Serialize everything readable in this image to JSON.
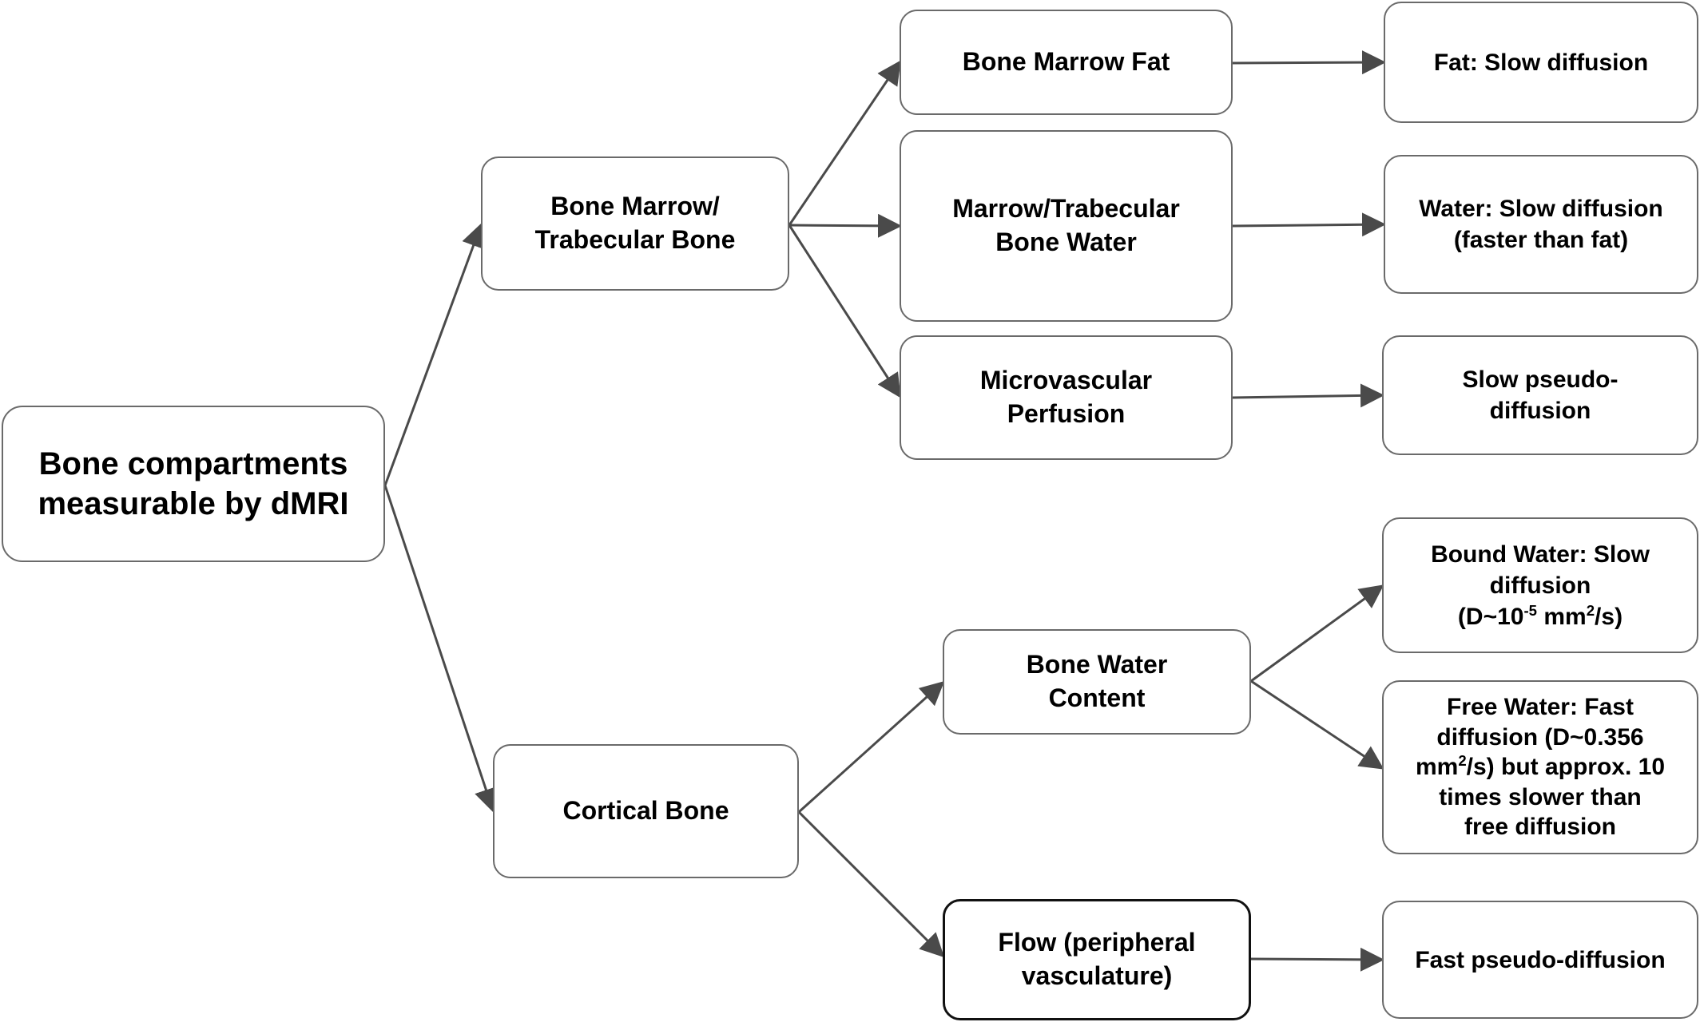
{
  "nodes": {
    "root": {
      "line1": "Bone compartments",
      "line2": "measurable by dMRI"
    },
    "marrow": {
      "line1": "Bone Marrow/",
      "line2": "Trabecular Bone"
    },
    "cortical": {
      "line1": "Cortical Bone"
    },
    "marrow_fat": {
      "line1": "Bone Marrow Fat"
    },
    "marrow_water": {
      "line1": "Marrow/Trabecular",
      "line2": "Bone Water"
    },
    "micro_perfusion": {
      "line1": "Microvascular",
      "line2": "Perfusion"
    },
    "bone_water_content": {
      "line1": "Bone Water",
      "line2": "Content"
    },
    "flow": {
      "line1": "Flow (peripheral",
      "line2": "vasculature)"
    },
    "fat_slow": {
      "line1": "Fat: Slow diffusion"
    },
    "water_slow": {
      "line1": "Water: Slow diffusion",
      "line2": "(faster than fat)"
    },
    "slow_pseudo": {
      "line1": "Slow pseudo-",
      "line2": "diffusion"
    },
    "bound_water": {
      "line1": "Bound Water: Slow",
      "line2": "diffusion",
      "line3_pre": "(D~10",
      "line3_sup": "-5",
      "line3_mid": " mm",
      "line3_sup2": "2",
      "line3_post": "/s)"
    },
    "free_water": {
      "line1": "Free Water: Fast",
      "line2": "diffusion (D~0.356",
      "line3_pre": "mm",
      "line3_sup": "2",
      "line3_post": "/s) but approx. 10",
      "line4": "times slower than",
      "line5": "free diffusion"
    },
    "fast_pseudo": {
      "line1": "Fast pseudo-diffusion"
    }
  },
  "colors": {
    "arrow": "#4a4a4a",
    "border": "#6a6a6a",
    "text": "#000000"
  }
}
